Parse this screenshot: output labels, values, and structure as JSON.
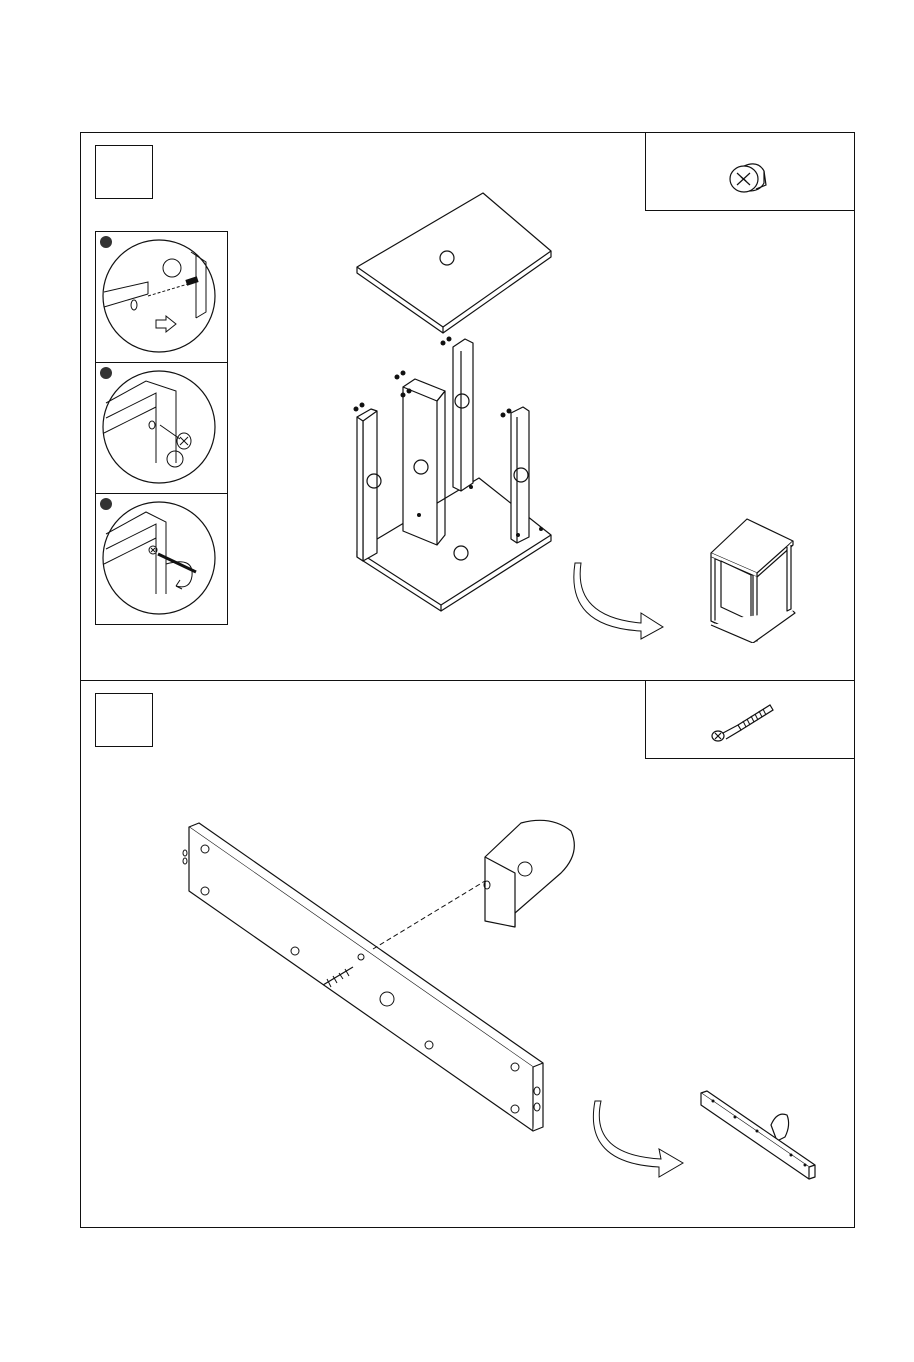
{
  "steps": [
    {
      "number": "",
      "hardware": {
        "icon": "cam-lock-icon",
        "quantity": ""
      },
      "details": [
        {
          "marker": "detail-1",
          "caption": ""
        },
        {
          "marker": "detail-2",
          "caption": ""
        },
        {
          "marker": "detail-3",
          "caption": ""
        }
      ],
      "result_icon": "assembled-frame-icon"
    },
    {
      "number": "",
      "hardware": {
        "icon": "cam-bolt-screw-icon",
        "quantity": ""
      },
      "result_icon": "assembled-rail-icon"
    }
  ],
  "colors": {
    "line": "#111111",
    "background": "#ffffff",
    "bullet": "#333333"
  }
}
